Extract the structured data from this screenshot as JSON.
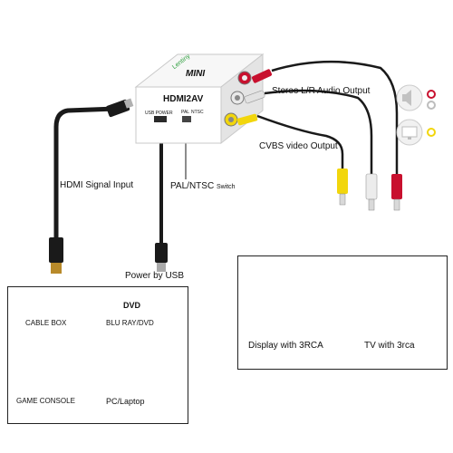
{
  "adapter": {
    "brand": "Lentiny",
    "model_big": "MINI",
    "model_name": "HDMI2AV",
    "port_usb": "USB POWER",
    "port_switch_a": "PAL",
    "port_switch_b": "NTSC"
  },
  "labels": {
    "stereo_audio": "Stereo L/R Audio Output",
    "cvbs_video": "CVBS video Output",
    "hdmi_input": "HDMI Signal Input",
    "pal_ntsc_main": "PAL/NTSC",
    "pal_ntsc_sub": "Switch",
    "power_usb": "Power by USB"
  },
  "sources": {
    "cable_box": "CABLE BOX",
    "dvd_badge": "DVD",
    "blu_ray": "BLU RAY/DVD",
    "game_console": "GAME CONSOLE",
    "pc_laptop": "PC/Laptop"
  },
  "displays": {
    "display_3rca": "Display with 3RCA",
    "tv_3rca": "TV with 3rca"
  },
  "colors": {
    "audio_white": "#e9e9e9",
    "audio_red": "#c8102e",
    "video_yellow": "#f2d60c",
    "cable_black": "#1a1a1a"
  },
  "icons": [
    "speaker-icon",
    "monitor-icon",
    "cable-box-icon",
    "dvd-player-icon",
    "game-console-icon",
    "pc-laptop-icon",
    "lcd-display-icon",
    "tv-icon"
  ]
}
